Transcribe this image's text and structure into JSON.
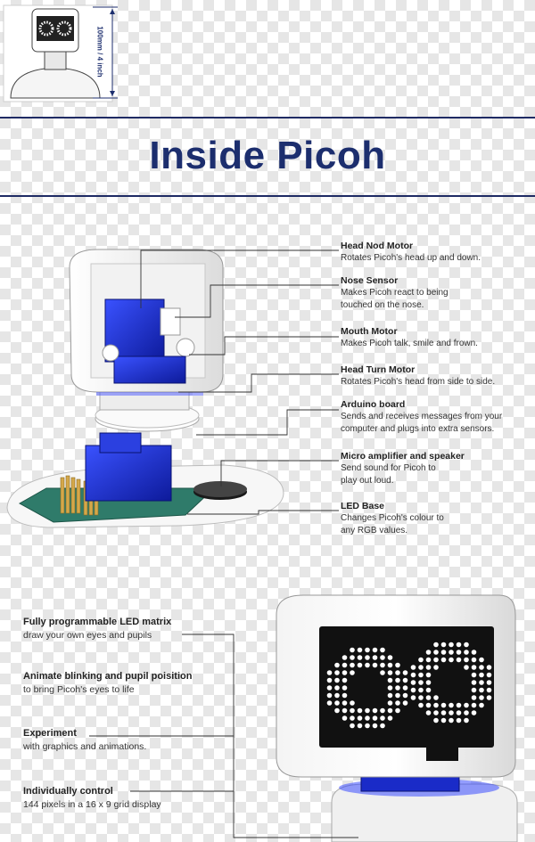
{
  "header": {
    "dimension_label": "100mm / 4 inch",
    "title": "Inside Picoh"
  },
  "components": [
    {
      "name": "Head Nod Motor",
      "description": "Rotates Picoh's head up and down."
    },
    {
      "name": "Nose Sensor",
      "description": "Makes Picoh react to being touched on the nose."
    },
    {
      "name": "Mouth Motor",
      "description": "Makes Picoh talk, smile and frown."
    },
    {
      "name": "Head Turn Motor",
      "description": "Rotates Picoh's head from side to side."
    },
    {
      "name": "Arduino board",
      "description": "Sends and receives messages from your computer and plugs into extra sensors."
    },
    {
      "name": "Micro amplifier and speaker",
      "description": "Send sound for Picoh to play out loud."
    },
    {
      "name": "LED Base",
      "description": "Changes Picoh's colour to any RGB values."
    }
  ],
  "features": [
    {
      "title": "Fully programmable LED matrix",
      "description": "draw your own eyes and pupils"
    },
    {
      "title": "Animate blinking and pupil poisition",
      "description": "to bring Picoh's eyes to life"
    },
    {
      "title": "Experiment",
      "description": "with graphics and animations."
    },
    {
      "title": "Individually control",
      "description": "144 pixels in a 16 x 9 grid display"
    }
  ],
  "colors": {
    "title": "#1c2e6e",
    "rule": "#1f2b64",
    "motor_blue": "#1a2bc8",
    "pcb_green": "#2f7b6a",
    "led": "#ffffff",
    "panel": "#111111"
  },
  "icons": [
    "picoh-thumbnail-icon",
    "dimension-arrow-icon",
    "exploded-robot-diagram",
    "led-face-diagram"
  ]
}
